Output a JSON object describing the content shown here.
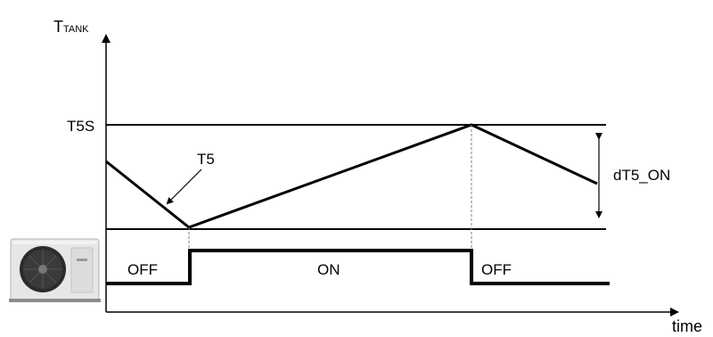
{
  "axis": {
    "y_label_main": "T",
    "y_label_sub": "TANK",
    "x_label": "time"
  },
  "levels": {
    "upper_label": "T5S",
    "band_label": "dT5_ON"
  },
  "curve": {
    "label": "T5"
  },
  "states": {
    "off_label_1": "OFF",
    "on_label": "ON",
    "off_label_2": "OFF"
  },
  "device": {
    "icon": "heat-pump-outdoor-unit-icon"
  },
  "colors": {
    "line": "#000000",
    "guide": "#7f7f7f",
    "unit_body": "#e6e6e6",
    "fan": "#2b2b2b"
  }
}
